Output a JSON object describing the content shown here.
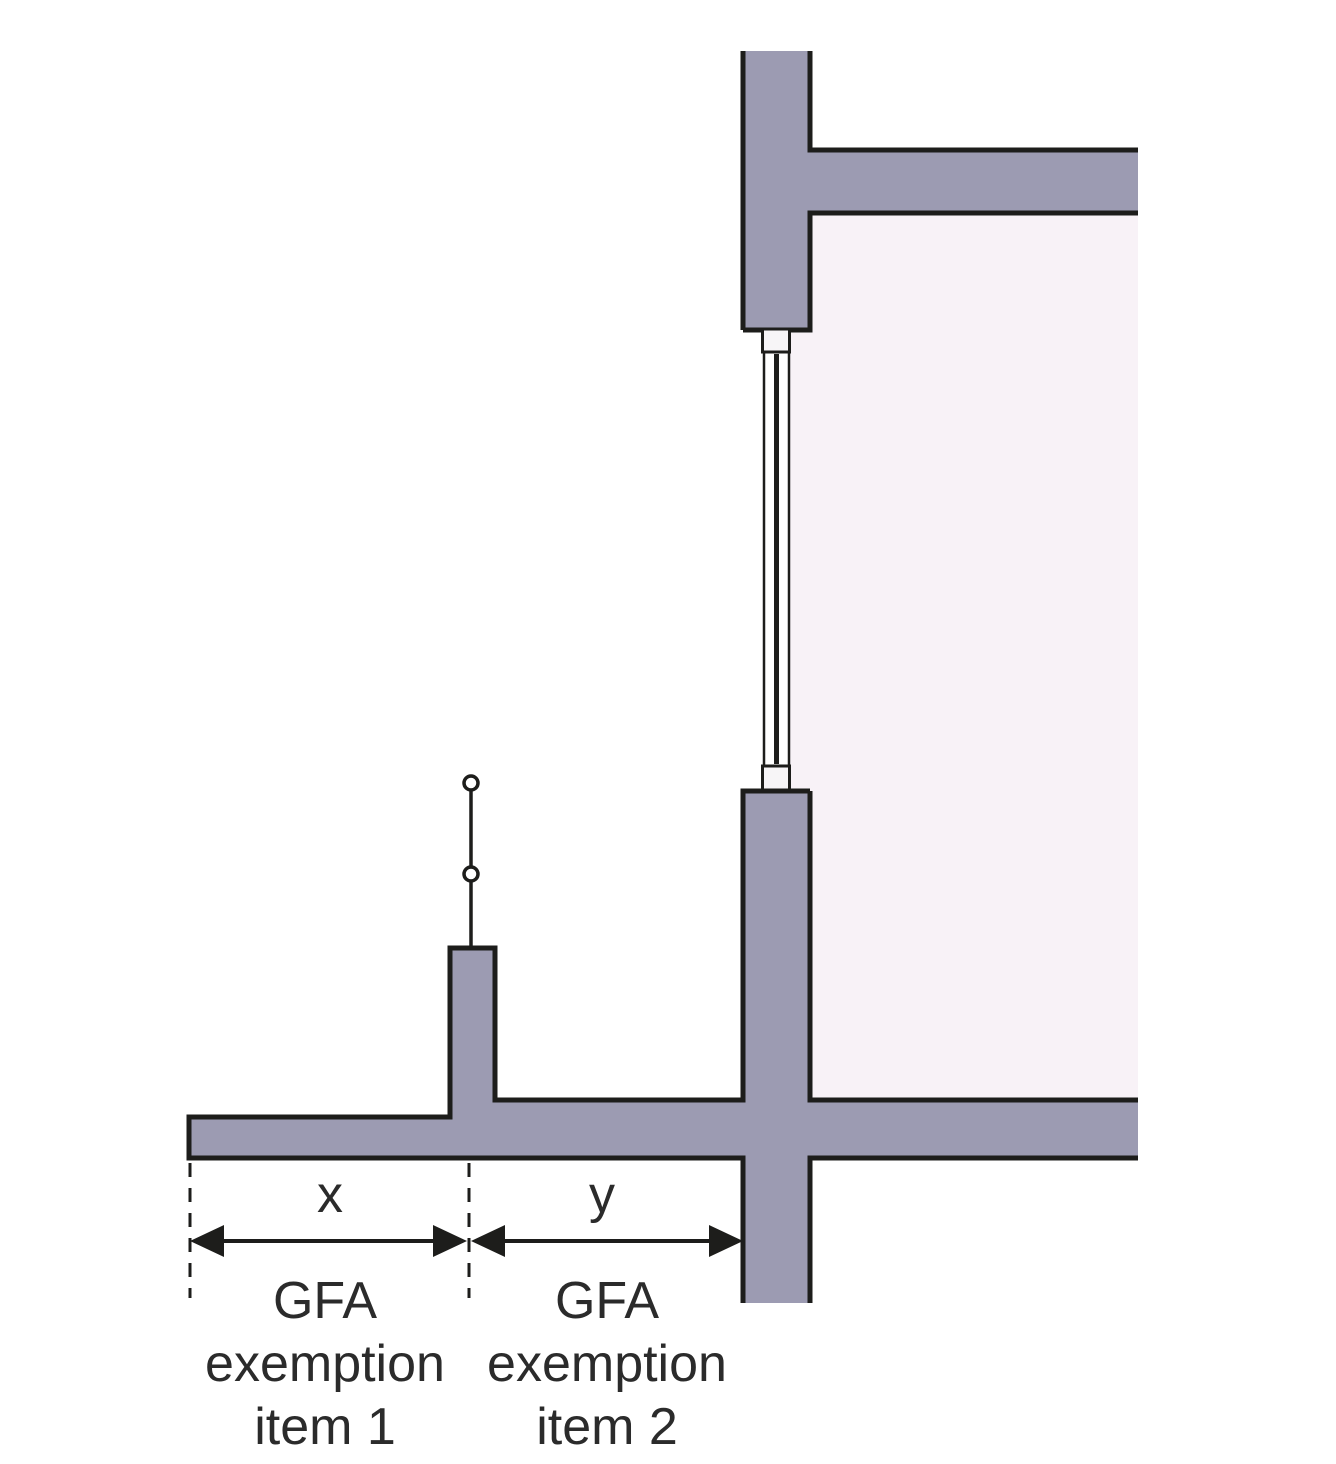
{
  "diagram": {
    "dimension_labels": {
      "x": "x",
      "y": "y"
    },
    "annotation_item1": {
      "lines": [
        "GFA",
        "exemption",
        "item 1"
      ]
    },
    "annotation_item2": {
      "lines": [
        "GFA",
        "exemption",
        "item 2"
      ]
    }
  },
  "colors": {
    "background": "#ffffff",
    "wall_fill": "#9c9bb2",
    "interior_fill": "#f8f2f7",
    "frame_fill": "#f7f5f7",
    "outline": "#1d1d1b",
    "text": "#2b2b2b"
  }
}
